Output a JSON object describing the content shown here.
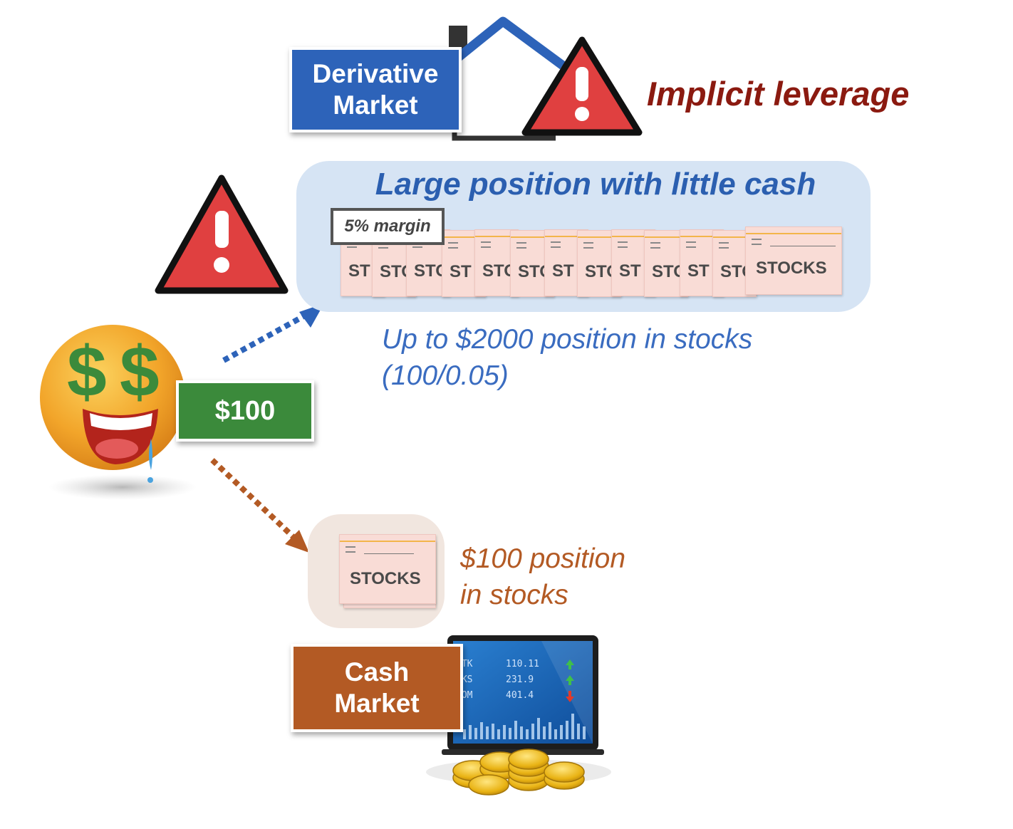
{
  "derivative_market": {
    "label_line1": "Derivative",
    "label_line2": "Market"
  },
  "implicit_leverage": "Implicit leverage",
  "large_position": {
    "title": "Large position with little cash",
    "margin_label": "5% margin",
    "stock_label": "STOCKS",
    "clipped_labels": [
      "ST",
      "STO",
      "STO",
      "ST",
      "STO",
      "STO",
      "ST",
      "STO",
      "ST",
      "STO",
      "ST",
      "STO"
    ],
    "result_line1": "Up to $2000 position in stocks",
    "result_line2": "(100/0.05)"
  },
  "investor": {
    "cash_amount": "$100"
  },
  "cash_position": {
    "stock_label": "STOCKS",
    "line1": "$100 position",
    "line2": "in stocks"
  },
  "cash_market": {
    "label_line1": "Cash",
    "label_line2": "Market",
    "monitor_rows": [
      {
        "ticker": "STK",
        "price": "110.11"
      },
      {
        "ticker": "HKS",
        "price": "231.9"
      },
      {
        "ticker": "COM",
        "price": "401.4"
      }
    ]
  },
  "colors": {
    "derivative_blue": "#2d63b9",
    "cash_brown": "#b35a24",
    "money_green": "#3b8a3b",
    "warning_red": "#e04040",
    "leverage_dark_red": "#8b1a10"
  }
}
